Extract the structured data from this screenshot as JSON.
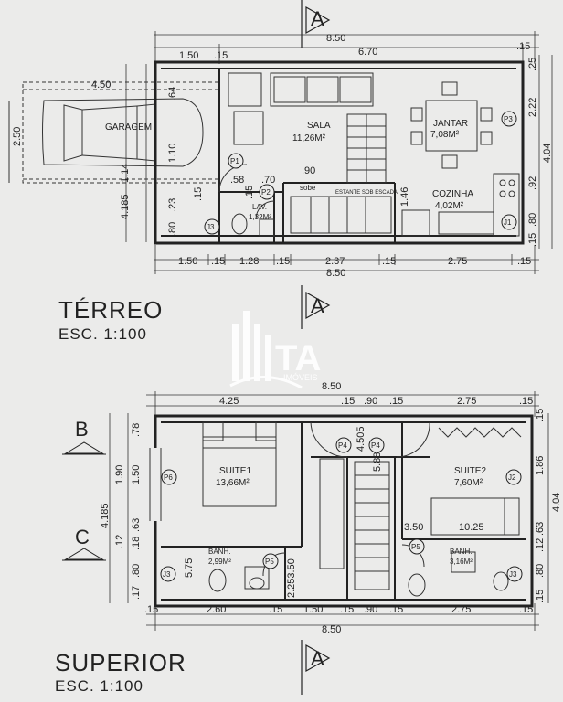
{
  "ground": {
    "title": "TÉRREO",
    "scale": "ESC. 1:100",
    "section_mark": "A",
    "dims_top": [
      "8.50",
      "1.50",
      ".15",
      "6.70",
      ".15"
    ],
    "dims_bottom_segments": [
      "1.50",
      ".15",
      "1.28",
      ".15",
      "2.37",
      ".15",
      "2.75",
      ".15"
    ],
    "dims_bottom_total": "8.50",
    "dims_left": [
      "4.50",
      "2.50",
      ".64",
      "1.10",
      "1.14",
      "4.185",
      ".23",
      ".15",
      ".80"
    ],
    "dims_right": [
      ".25",
      "2.22",
      "4.04",
      ".92",
      ".80",
      ".15"
    ],
    "dims_inner": [
      ".58",
      ".70",
      ".90",
      ".15",
      "1.46"
    ],
    "rooms": {
      "garage": "GARAGEM",
      "living_name": "SALA",
      "living_area": "11,26M²",
      "dining_name": "JANTAR",
      "dining_area": "7,08M²",
      "kitchen_name": "COZINHA",
      "kitchen_area": "4,02M²",
      "lav_name": "LAV.",
      "lav_area": "1,32M²"
    },
    "notes": {
      "stair_up": "sobe",
      "stair_shelf": "ESTANTE SOB ESCADA"
    },
    "markers": [
      "P1",
      "P2",
      "P3",
      "J1",
      "J3"
    ]
  },
  "upper": {
    "title": "SUPERIOR",
    "scale": "ESC. 1:100",
    "section_mark": "A",
    "section_b": "B",
    "section_c": "C",
    "dims_top": [
      "8.50",
      "4.25",
      ".15",
      ".90",
      ".15",
      "2.75",
      ".15"
    ],
    "dims_bottom_segments": [
      ".15",
      "2.60",
      ".15",
      "1.50",
      ".15",
      ".90",
      ".15",
      "2.75",
      ".15"
    ],
    "dims_bottom_total": "8.50",
    "dims_left": [
      ".78",
      "1.90",
      "1.50",
      "4.185",
      ".63",
      ".12",
      ".18",
      ".80",
      ".17"
    ],
    "dims_right": [
      ".15",
      "1.86",
      "4.04",
      ".63",
      ".12",
      ".80",
      ".15"
    ],
    "dims_inner": [
      "4.505",
      "5.88",
      "3.50",
      "10.25",
      "5.75",
      "2.253.50"
    ],
    "rooms": {
      "suite1_name": "SUITE1",
      "suite1_area": "13,66M²",
      "suite2_name": "SUITE2",
      "suite2_area": "7,60M²",
      "bath1_name": "BANH.",
      "bath1_area": "2,99M²",
      "bath2_name": "BANH.",
      "bath2_area": "3,16M²"
    },
    "markers": [
      "P4",
      "P4",
      "P5",
      "P5",
      "P6",
      "J2",
      "J3",
      "J3"
    ]
  },
  "watermark": {
    "brand": "TA",
    "sub": "IMÓVEIS"
  }
}
